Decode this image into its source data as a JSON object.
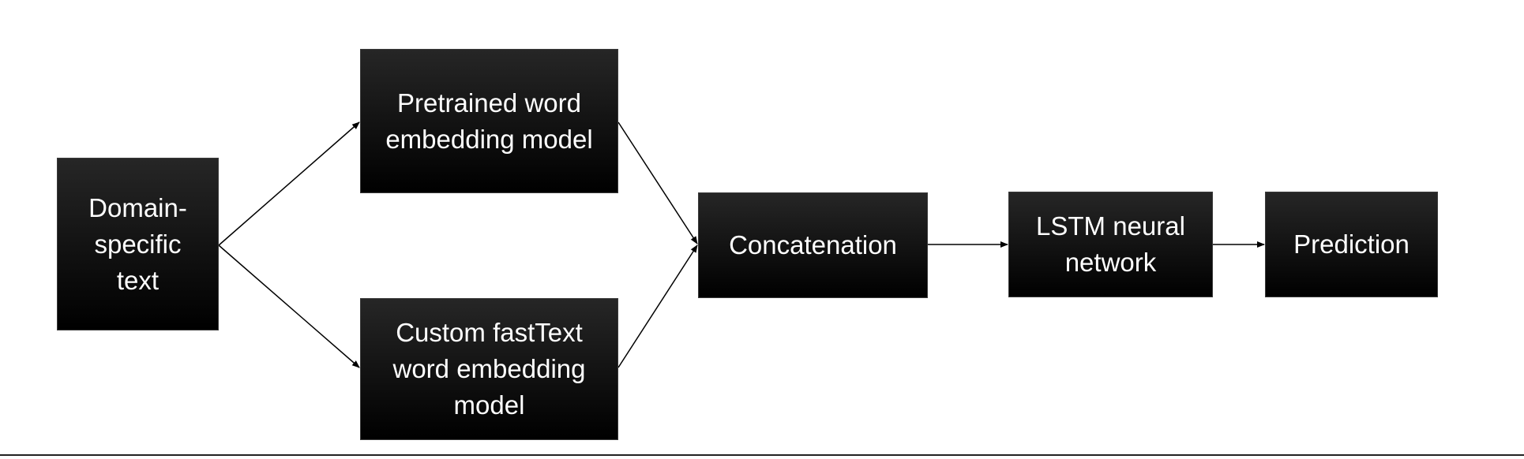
{
  "diagram": {
    "nodes": {
      "domain_text": "Domain-\nspecific\ntext",
      "pretrained_model": "Pretrained word\nembedding model",
      "custom_fasttext_model": "Custom fastText\nword embedding\nmodel",
      "concatenation": "Concatenation",
      "lstm": "LSTM neural\nnetwork",
      "prediction": "Prediction"
    },
    "edges": [
      {
        "from": "domain_text",
        "to": "pretrained_model"
      },
      {
        "from": "domain_text",
        "to": "custom_fasttext_model"
      },
      {
        "from": "pretrained_model",
        "to": "concatenation"
      },
      {
        "from": "custom_fasttext_model",
        "to": "concatenation"
      },
      {
        "from": "concatenation",
        "to": "lstm"
      },
      {
        "from": "lstm",
        "to": "prediction"
      }
    ],
    "colors": {
      "node_fill": "#000000",
      "node_text": "#ffffff",
      "edge": "#000000"
    }
  }
}
